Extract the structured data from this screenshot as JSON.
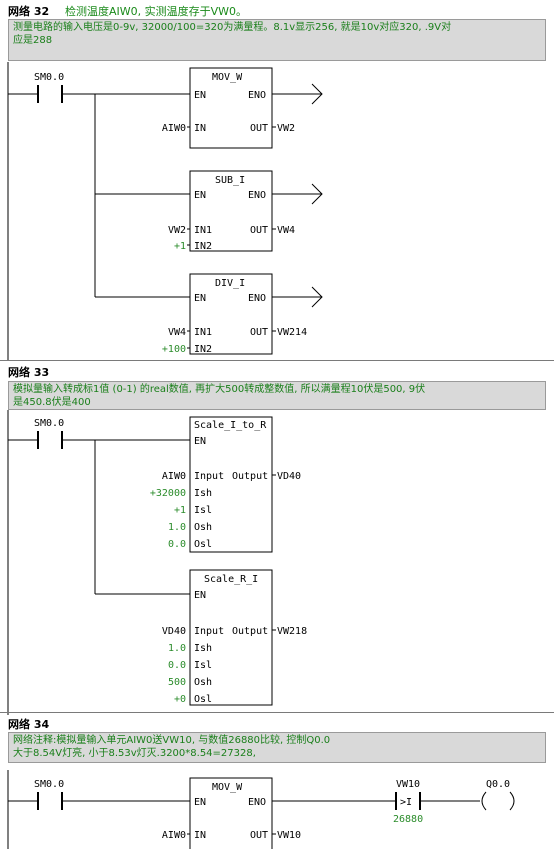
{
  "networks": [
    {
      "title": "网络 32",
      "title_comment": "检测温度AIW0, 实测温度存于VW0。",
      "comment_line1": "测量电路的输入电压是0-9v, 32000/100=320为满量程。8.1v显示256, 就是10v对应320, .9V对",
      "comment_line2": "应是288",
      "contact": "SM0.0",
      "blocks": [
        {
          "name": "MOV_W",
          "pin_en": "EN",
          "pin_eno": "ENO",
          "in": [
            {
              "op": "AIW0",
              "pin": "IN"
            }
          ],
          "out_pin": "OUT",
          "out_op": "VW2"
        },
        {
          "name": "SUB_I",
          "pin_en": "EN",
          "pin_eno": "ENO",
          "in": [
            {
              "op": "VW2",
              "pin": "IN1"
            },
            {
              "op": "+1",
              "pin": "IN2"
            }
          ],
          "out_pin": "OUT",
          "out_op": "VW4"
        },
        {
          "name": "DIV_I",
          "pin_en": "EN",
          "pin_eno": "ENO",
          "in": [
            {
              "op": "VW4",
              "pin": "IN1"
            },
            {
              "op": "+100",
              "pin": "IN2"
            }
          ],
          "out_pin": "OUT",
          "out_op": "VW214"
        }
      ]
    },
    {
      "title": "网络 33",
      "comment_line1": "模拟量输入转成标1值 (0-1) 的real数值, 再扩大500转成整数值, 所以满量程10伏是500, 9伏",
      "comment_line2": "是450.8伏是400",
      "contact": "SM0.0",
      "blocks": [
        {
          "name": "Scale_I_to_R",
          "pin_en": "EN",
          "in": [
            {
              "op": "AIW0",
              "pin": "Input"
            },
            {
              "op": "+32000",
              "pin": "Ish"
            },
            {
              "op": "+1",
              "pin": "Isl"
            },
            {
              "op": "1.0",
              "pin": "Osh"
            },
            {
              "op": "0.0",
              "pin": "Osl"
            }
          ],
          "out_pin": "Output",
          "out_op": "VD40"
        },
        {
          "name": "Scale_R_I",
          "pin_en": "EN",
          "in": [
            {
              "op": "VD40",
              "pin": "Input"
            },
            {
              "op": "1.0",
              "pin": "Ish"
            },
            {
              "op": "0.0",
              "pin": "Isl"
            },
            {
              "op": "500",
              "pin": "Osh"
            },
            {
              "op": "+0",
              "pin": "Osl"
            }
          ],
          "out_pin": "Output",
          "out_op": "VW218"
        }
      ]
    },
    {
      "title": "网络 34",
      "comment_line1": "网络注释:模拟量输入单元AIW0送VW10, 与数值26880比较, 控制Q0.0",
      "comment_line2": "大于8.54V灯亮, 小于8.53v灯灭.3200*8.54=27328,",
      "contact": "SM0.0",
      "blocks": [
        {
          "name": "MOV_W",
          "pin_en": "EN",
          "pin_eno": "ENO",
          "in": [
            {
              "op": "AIW0",
              "pin": "IN"
            }
          ],
          "out_pin": "OUT",
          "out_op": "VW10"
        }
      ],
      "compare": {
        "top": "VW10",
        "symbol": ">I",
        "bottom": "26880"
      },
      "coil": "Q0.0"
    }
  ]
}
